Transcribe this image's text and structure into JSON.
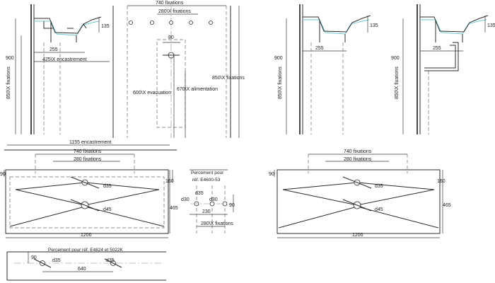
{
  "dims": {
    "d740": "740 fixations",
    "d280": "280\\X fixations",
    "d80": "80",
    "d135": "135",
    "d255": "255",
    "d425": "425\\X encastrement",
    "d900": "900",
    "d850": "850\\X fixations",
    "d600": "600\\X evacuation",
    "d670": "670\\X alimentation",
    "d1155": "1155 encastrement",
    "d740b": "740 fixations",
    "d280b": "280 fixations",
    "d90": "90",
    "d160": "160",
    "d465": "465",
    "d1200": "1200",
    "d35": "d35",
    "d45": "d45",
    "d30": "d30",
    "d640": "640",
    "d230": "230"
  },
  "notes": {
    "perc_title": "Percement pour",
    "perc_ref": "réf. E4600-53",
    "perc_bottom": "Percement pour réf. E4824 et 5022K"
  }
}
